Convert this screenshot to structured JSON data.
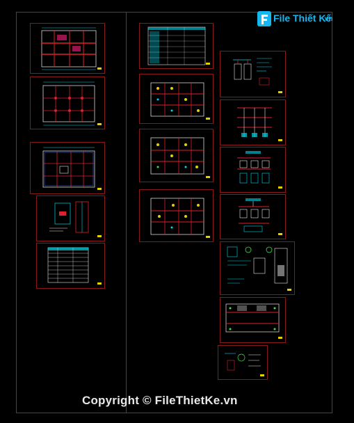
{
  "logo": {
    "brand": "File Thiết Kế",
    "domain": ".vn"
  },
  "watermark": {
    "text": "Copyright © FileThietKe.vn"
  },
  "colors": {
    "background": "#000000",
    "frame_border": "#b01818",
    "sheet_border": "#8a1a1a",
    "cad_red": "#e0202a",
    "cad_cyan": "#00d5e8",
    "cad_white": "#e8e8e8",
    "cad_yellow": "#e8d000",
    "logo_blue": "#16b7ee"
  }
}
